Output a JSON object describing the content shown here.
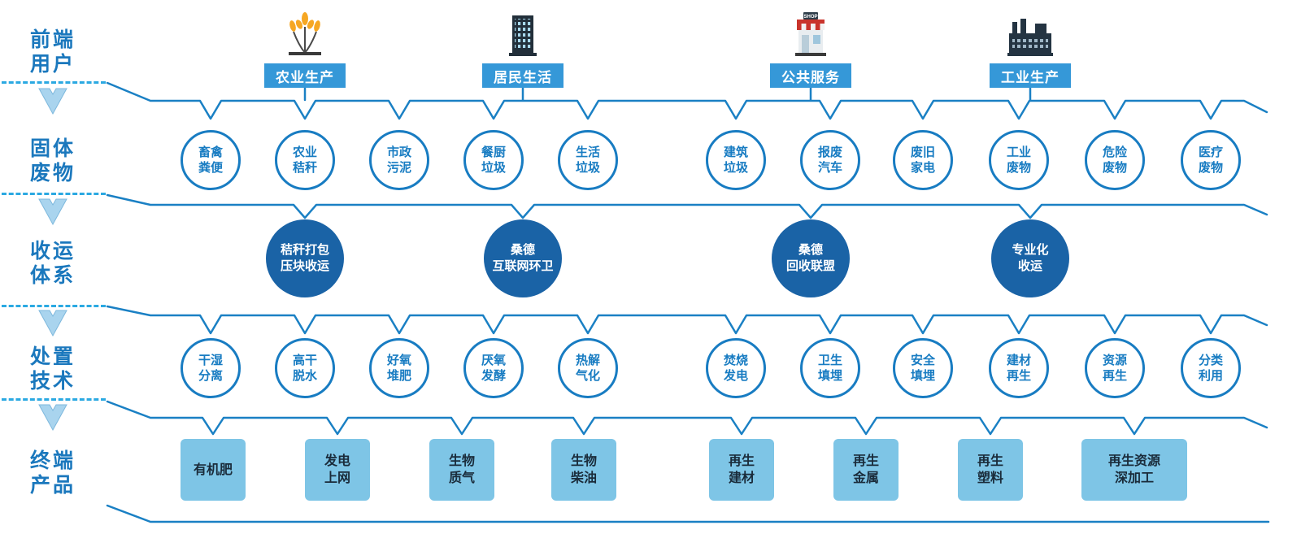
{
  "colors": {
    "line_blue": "#1a80c4",
    "dashed_blue": "#2ba9e2",
    "circle_border_blue": "#187cc2",
    "collection_fill": "#1a63a6",
    "category_fill": "#3598d8",
    "product_fill": "#7ec5e6",
    "left_label_blue": "#1b78bd",
    "arrow_light_blue": "#a9d4ee"
  },
  "left_labels": [
    {
      "line1": "前端",
      "line2": "用户"
    },
    {
      "line1": "固体",
      "line2": "废物"
    },
    {
      "line1": "收运",
      "line2": "体系"
    },
    {
      "line1": "处置",
      "line2": "技术"
    },
    {
      "line1": "终端",
      "line2": "产品"
    }
  ],
  "categories": [
    {
      "label": "农业生产",
      "icon": "wheat-icon"
    },
    {
      "label": "居民生活",
      "icon": "residential-building-icon"
    },
    {
      "label": "公共服务",
      "icon": "shop-icon"
    },
    {
      "label": "工业生产",
      "icon": "factory-icon"
    }
  ],
  "shop_sign": "SHOP",
  "solid_waste": [
    {
      "line1": "畜禽",
      "line2": "粪便"
    },
    {
      "line1": "农业",
      "line2": "秸秆"
    },
    {
      "line1": "市政",
      "line2": "污泥"
    },
    {
      "line1": "餐厨",
      "line2": "垃圾"
    },
    {
      "line1": "生活",
      "line2": "垃圾"
    },
    {
      "line1": "建筑",
      "line2": "垃圾"
    },
    {
      "line1": "报废",
      "line2": "汽车"
    },
    {
      "line1": "废旧",
      "line2": "家电"
    },
    {
      "line1": "工业",
      "line2": "废物"
    },
    {
      "line1": "危险",
      "line2": "废物"
    },
    {
      "line1": "医疗",
      "line2": "废物"
    }
  ],
  "collection": [
    {
      "line1": "秸秆打包",
      "line2": "压块收运"
    },
    {
      "line1": "桑德",
      "line2": "互联网环卫"
    },
    {
      "line1": "桑德",
      "line2": "回收联盟"
    },
    {
      "line1": "专业化",
      "line2": "收运"
    }
  ],
  "disposal": [
    {
      "line1": "干湿",
      "line2": "分离"
    },
    {
      "line1": "高干",
      "line2": "脱水"
    },
    {
      "line1": "好氧",
      "line2": "堆肥"
    },
    {
      "line1": "厌氧",
      "line2": "发酵"
    },
    {
      "line1": "热解",
      "line2": "气化"
    },
    {
      "line1": "焚烧",
      "line2": "发电"
    },
    {
      "line1": "卫生",
      "line2": "填埋"
    },
    {
      "line1": "安全",
      "line2": "填埋"
    },
    {
      "line1": "建材",
      "line2": "再生"
    },
    {
      "line1": "资源",
      "line2": "再生"
    },
    {
      "line1": "分类",
      "line2": "利用"
    }
  ],
  "products": [
    {
      "line1": "有机肥",
      "line2": ""
    },
    {
      "line1": "发电",
      "line2": "上网"
    },
    {
      "line1": "生物",
      "line2": "质气"
    },
    {
      "line1": "生物",
      "line2": "柴油"
    },
    {
      "line1": "再生",
      "line2": "建材"
    },
    {
      "line1": "再生",
      "line2": "金属"
    },
    {
      "line1": "再生",
      "line2": "塑料"
    },
    {
      "line1": "再生资源",
      "line2": "深加工"
    }
  ]
}
